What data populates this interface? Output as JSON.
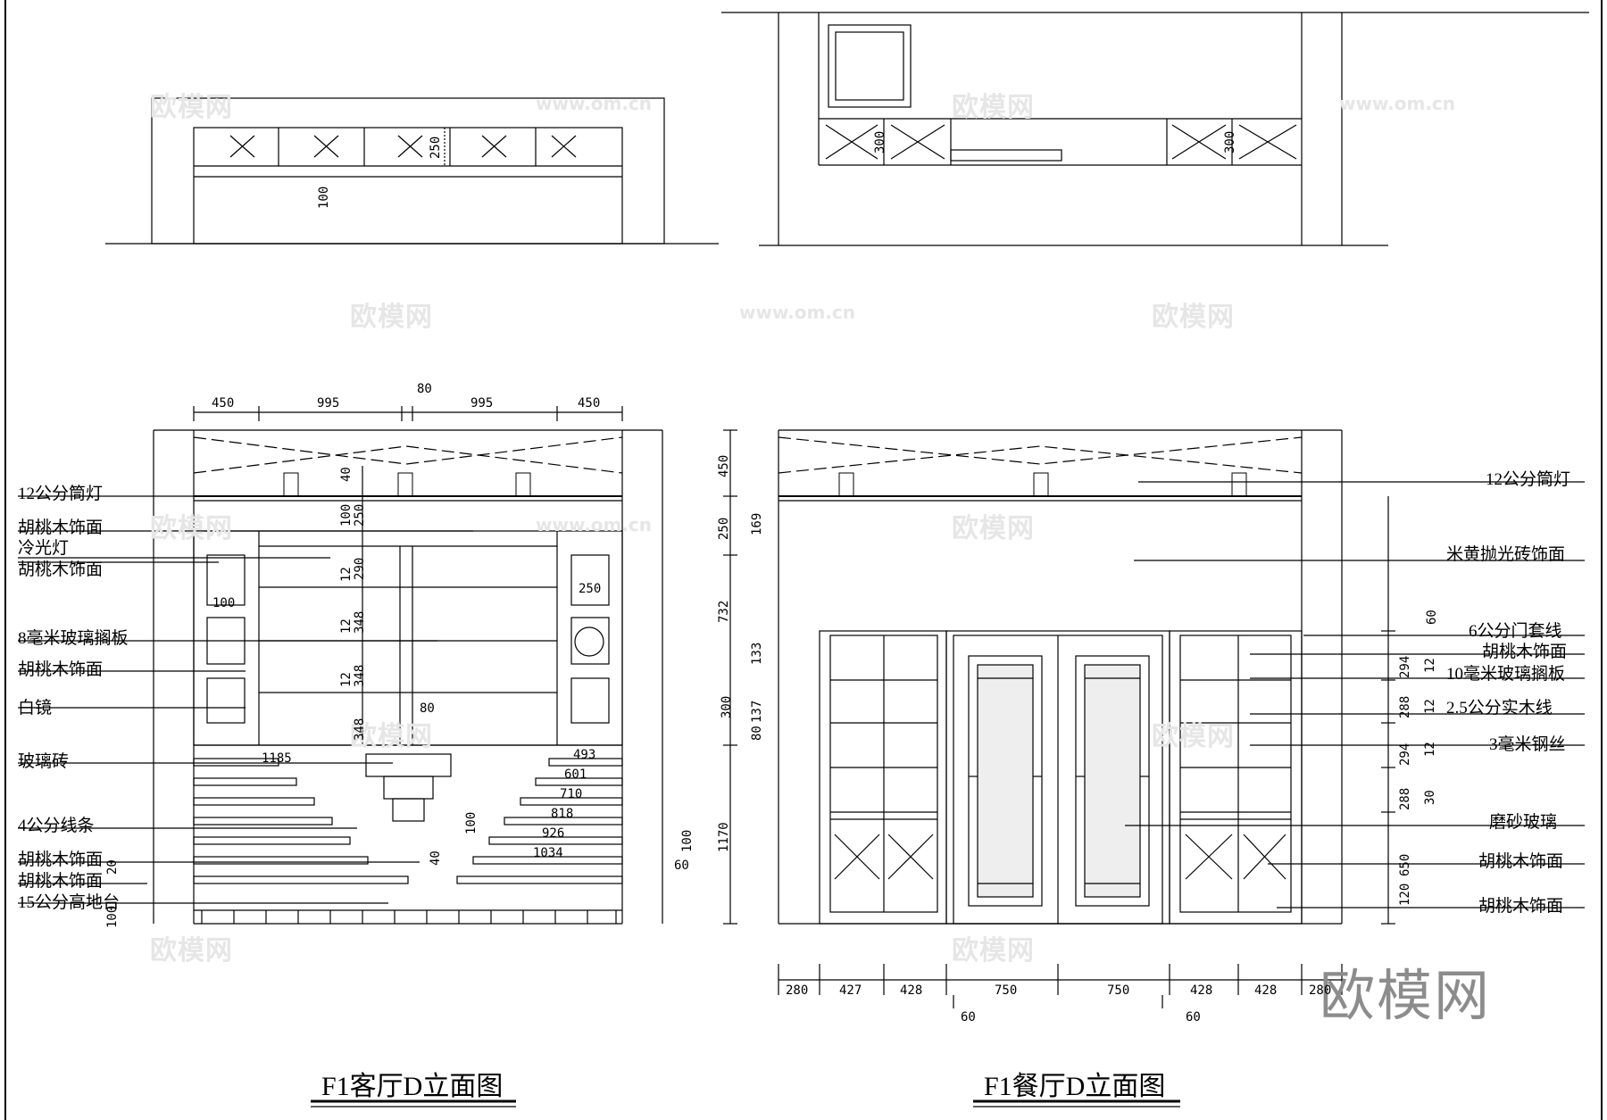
{
  "watermark": {
    "cn": "欧模网",
    "url": "www.om.cn"
  },
  "logo": "欧模网",
  "left_elevation": {
    "title": "F1客厅D立面图",
    "top_dims": [
      "450",
      "995",
      "80",
      "995",
      "450"
    ],
    "right_dims": [
      "450",
      "250",
      "732",
      "1170"
    ],
    "inner_dims": [
      "40",
      "100",
      "250",
      "290",
      "12",
      "348",
      "12",
      "348",
      "12",
      "348",
      "80",
      "100",
      "250",
      "1185",
      "493",
      "601",
      "710",
      "818",
      "926",
      "1034",
      "100",
      "40",
      "60",
      "100",
      "20",
      "100"
    ],
    "labels": [
      "12公分筒灯",
      "胡桃木饰面",
      "冷光灯",
      "胡桃木饰面",
      "8毫米玻璃搁板",
      "胡桃木饰面",
      "白镜",
      "玻璃砖",
      "4公分线条",
      "胡桃木饰面",
      "胡桃木饰面",
      "15公分高地台"
    ]
  },
  "right_elevation": {
    "title": "F1餐厅D立面图",
    "bottom_dims": [
      "280",
      "427",
      "428",
      "750",
      "750",
      "428",
      "428",
      "280"
    ],
    "bottom_sub_dims": [
      "60",
      "60"
    ],
    "top_view_dims": [
      "300",
      "300"
    ],
    "right_dims": [
      "169",
      "133",
      "300",
      "137",
      "80",
      "60",
      "294",
      "12",
      "288",
      "12",
      "294",
      "12",
      "288",
      "30",
      "650",
      "120"
    ],
    "labels": [
      "12公分筒灯",
      "米黄抛光砖饰面",
      "6公分门套线",
      "胡桃木饰面",
      "10毫米玻璃搁板",
      "2.5公分实木线",
      "3毫米钢丝",
      "磨砂玻璃",
      "胡桃木饰面",
      "胡桃木饰面"
    ]
  },
  "top_view_left_dims": [
    "250",
    "100"
  ]
}
